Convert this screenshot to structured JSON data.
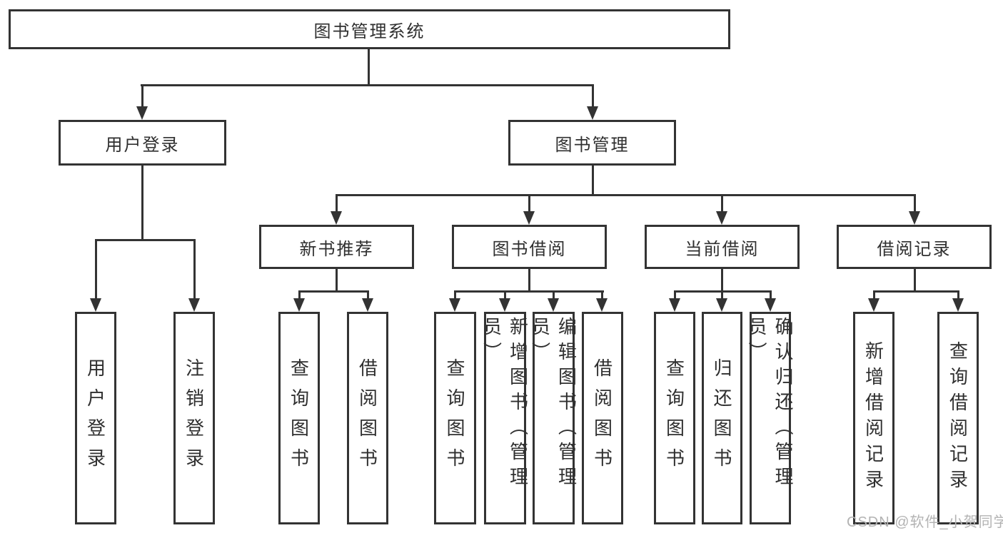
{
  "colors": {
    "line": "#333333",
    "text": "#2f2f2f",
    "background": "#ffffff",
    "watermark": "#b3b3b3"
  },
  "tree": {
    "root": {
      "label": "图书管理系统"
    },
    "level1": [
      {
        "label": "用户登录",
        "children": [
          "用户登录",
          "注销登录"
        ]
      },
      {
        "label": "图书管理"
      }
    ],
    "level2": [
      {
        "label": "新书推荐",
        "children": [
          "查询图书",
          "借阅图书"
        ]
      },
      {
        "label": "图书借阅",
        "children": [
          "查询图书",
          "新增图书（管理员）",
          "编辑图书（管理员）",
          "借阅图书"
        ]
      },
      {
        "label": "当前借阅",
        "children": [
          "查询图书",
          "归还图书",
          "确认归还（管理员）"
        ]
      },
      {
        "label": "借阅记录",
        "children": [
          "新增借阅记录",
          "查询借阅记录"
        ]
      }
    ]
  },
  "watermark": "CSDN @软件_小贺同学"
}
